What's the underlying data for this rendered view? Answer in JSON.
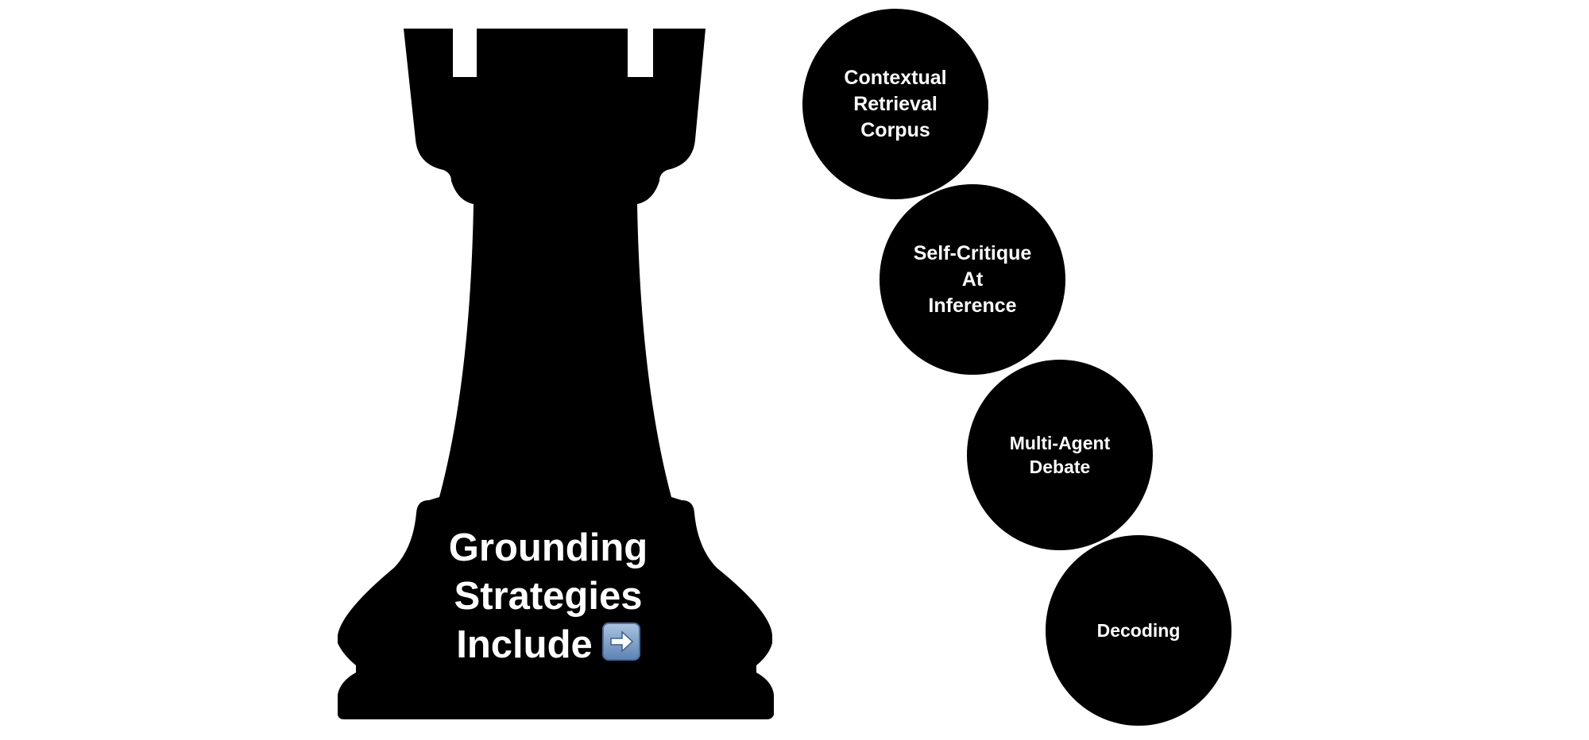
{
  "diagram": {
    "main_label": {
      "lines": [
        "Grounding",
        "Strategies",
        "Include"
      ],
      "arrow_icon": "right-arrow-emoji-icon"
    },
    "strategies": [
      {
        "lines": [
          "Contextual",
          "Retrieval",
          "Corpus"
        ]
      },
      {
        "lines": [
          "Self-Critique",
          "At",
          "Inference"
        ]
      },
      {
        "lines": [
          "Multi-Agent",
          "Debate"
        ]
      },
      {
        "lines": [
          "Decoding"
        ]
      }
    ],
    "colors": {
      "shape_fill": "#000000",
      "text": "#ffffff",
      "background": "#ffffff",
      "arrow_box": "#6f95c4"
    }
  }
}
